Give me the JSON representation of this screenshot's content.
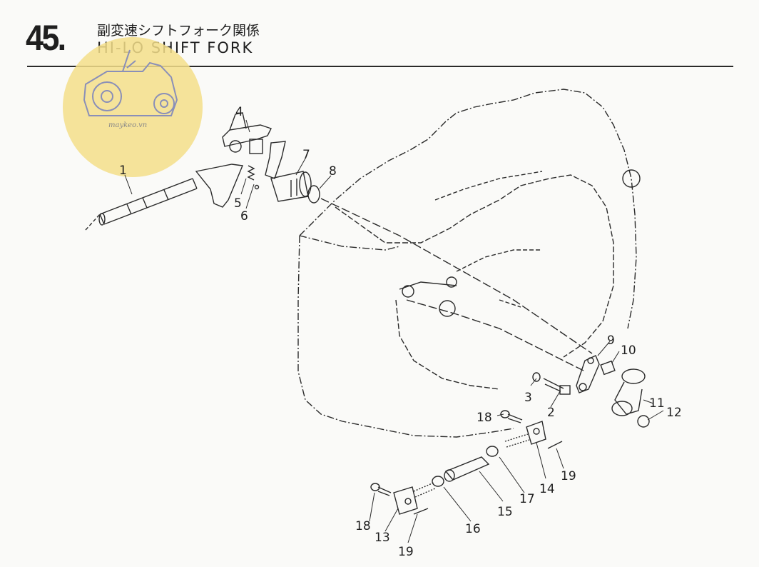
{
  "header": {
    "section_number": "45.",
    "title_jp": "副変速シフトフォーク関係",
    "title_en": "HI-LO SHIFT FORK"
  },
  "watermark": {
    "text": "maykeo.vn",
    "color": "#f3de8a"
  },
  "callouts": [
    {
      "id": "c1",
      "text": "1"
    },
    {
      "id": "c2",
      "text": "2"
    },
    {
      "id": "c3",
      "text": "3"
    },
    {
      "id": "c4",
      "text": "4"
    },
    {
      "id": "c5",
      "text": "5"
    },
    {
      "id": "c6",
      "text": "6"
    },
    {
      "id": "c7",
      "text": "7"
    },
    {
      "id": "c8",
      "text": "8"
    },
    {
      "id": "c9",
      "text": "9"
    },
    {
      "id": "c10",
      "text": "10"
    },
    {
      "id": "c11",
      "text": "11"
    },
    {
      "id": "c12",
      "text": "12"
    },
    {
      "id": "c13",
      "text": "13"
    },
    {
      "id": "c14",
      "text": "14"
    },
    {
      "id": "c15",
      "text": "15"
    },
    {
      "id": "c16",
      "text": "16"
    },
    {
      "id": "c17",
      "text": "17"
    },
    {
      "id": "c18a",
      "text": "18"
    },
    {
      "id": "c18b",
      "text": "18"
    },
    {
      "id": "c19a",
      "text": "19"
    },
    {
      "id": "c19b",
      "text": "19"
    }
  ]
}
